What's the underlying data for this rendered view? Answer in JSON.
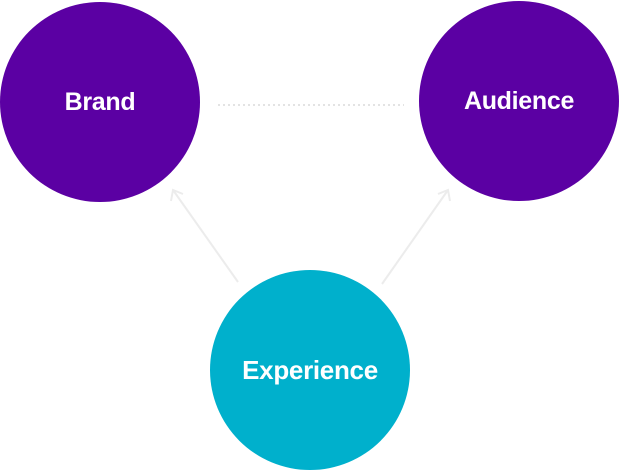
{
  "diagram": {
    "nodes": {
      "brand": {
        "label": "Brand",
        "color": "#5b00a3"
      },
      "audience": {
        "label": "Audience",
        "color": "#5b00a3"
      },
      "experience": {
        "label": "Experience",
        "color": "#00b0cc"
      }
    },
    "connectors": [
      {
        "from": "brand",
        "to": "audience",
        "style": "dotted",
        "color": "#e6e6e6"
      },
      {
        "from": "experience",
        "to": "brand",
        "style": "solid-arrow",
        "color": "#ececec"
      },
      {
        "from": "experience",
        "to": "audience",
        "style": "solid-arrow",
        "color": "#ececec"
      }
    ]
  }
}
